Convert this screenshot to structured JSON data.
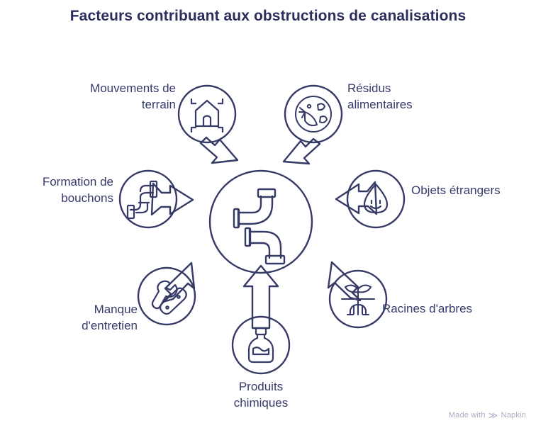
{
  "title": "Facteurs contribuant aux obstructions de canalisations",
  "colors": {
    "ink": "#2b2e5c",
    "stroke": "#353a66",
    "label": "#373b6b",
    "watermark": "#a9acc4",
    "background": "#ffffff"
  },
  "center": {
    "icon": "pipe-icon",
    "label": ""
  },
  "nodes": [
    {
      "id": "mouvements-de-terrain",
      "label": "Mouvements de\nterrain",
      "icon": "house-ground-movement-icon",
      "position": "top-left"
    },
    {
      "id": "residus-alimentaires",
      "label": "Résidus\nalimentaires",
      "icon": "food-scraps-icon",
      "position": "top-right"
    },
    {
      "id": "objets-etrangers",
      "label": "Objets étrangers",
      "icon": "smiling-blob-icon",
      "position": "right"
    },
    {
      "id": "racines-darbres",
      "label": "Racines d'arbres",
      "icon": "plant-roots-icon",
      "position": "bottom-right"
    },
    {
      "id": "produits-chimiques",
      "label": "Produits\nchimiques",
      "icon": "chemical-bottle-icon",
      "position": "bottom"
    },
    {
      "id": "manque-dentretien",
      "label": "Manque\nd'entretien",
      "icon": "wrench-tools-icon",
      "position": "bottom-left"
    },
    {
      "id": "formation-de-bouchons",
      "label": "Formation de\nbouchons",
      "icon": "clogged-pipe-icon",
      "position": "left"
    }
  ],
  "watermark": {
    "prefix": "Made with",
    "brand": "Napkin",
    "mark": "≫"
  }
}
